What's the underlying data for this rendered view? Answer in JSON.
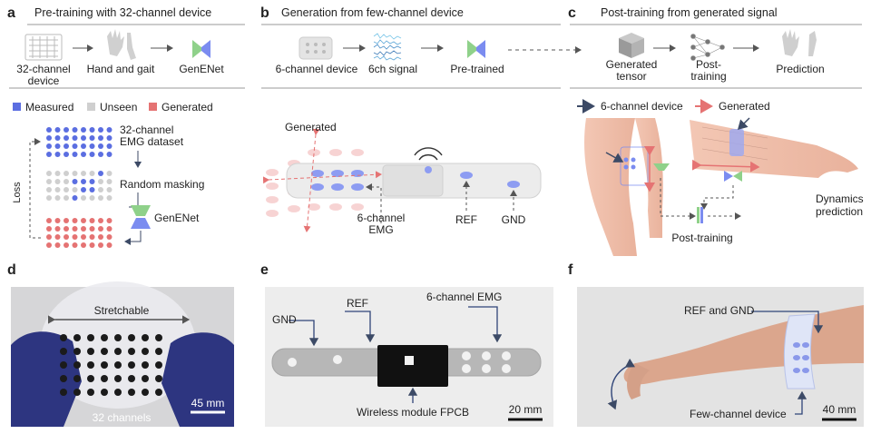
{
  "panel_labels": {
    "a": "a",
    "b": "b",
    "c": "c",
    "d": "d",
    "e": "e",
    "f": "f"
  },
  "panel_a": {
    "title": "Pre-training with 32-channel device",
    "step1_line1": "32-channel",
    "step1_line2": "device",
    "step2": "Hand and gait",
    "step3": "GenENet",
    "legend": [
      "Measured",
      "Unseen",
      "Generated"
    ],
    "dataset_line1": "32-channel",
    "dataset_line2": "EMG dataset",
    "masking": "Random masking",
    "net": "GenENet",
    "loss": "Loss"
  },
  "panel_b": {
    "title": "Generation from few-channel device",
    "step1": "6-channel device",
    "step2": "6ch signal",
    "step3": "Pre-trained",
    "generated": "Generated",
    "emg_line1": "6-channel",
    "emg_line2": "EMG",
    "ref": "REF",
    "gnd": "GND"
  },
  "panel_c": {
    "title": "Post-training from generated signal",
    "step1_line1": "Generated",
    "step1_line2": "tensor",
    "step2_line1": "Post-",
    "step2_line2": "training",
    "step3": "Prediction",
    "legend_device": "6-channel device",
    "legend_generated": "Generated",
    "post_training": "Post-training",
    "dyn_line1": "Dynamics",
    "dyn_line2": "prediction"
  },
  "panel_d": {
    "stretchable": "Stretchable",
    "channels": "32 channels",
    "scale": "45 mm"
  },
  "panel_e": {
    "emg": "6-channel EMG",
    "gnd": "GND",
    "ref": "REF",
    "module": "Wireless module FPCB",
    "scale": "20 mm"
  },
  "panel_f": {
    "ref_gnd": "REF and GND",
    "device": "Few-channel device",
    "scale": "40 mm"
  },
  "colors": {
    "measured": "#5b6ee1",
    "unseen": "#cfcfcf",
    "generated": "#e57373",
    "net_green": "#8fd18a",
    "net_blue": "#7b8cf0",
    "arrow": "#555555",
    "dark_arrow": "#3c4a66"
  }
}
